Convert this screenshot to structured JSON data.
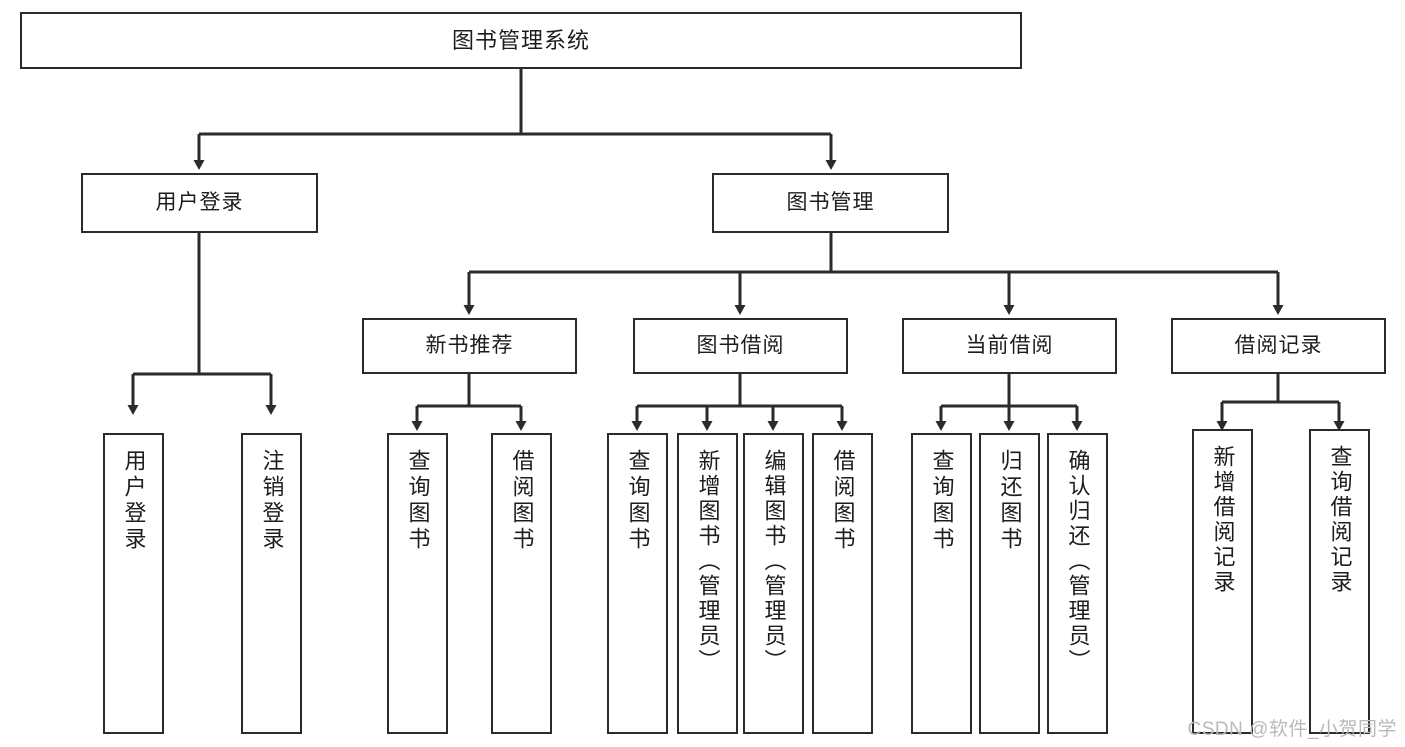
{
  "diagram": {
    "title": "图书管理系统",
    "type": "tree",
    "watermark": "CSDN @软件_小贺同学",
    "colors": {
      "stroke": "#2b2b2b",
      "fill": "#ffffff",
      "text": "#1d1d1d",
      "watermark": "#b9b9b9"
    },
    "nodes": {
      "root": {
        "label": "图书管理系统"
      },
      "level2": [
        {
          "id": "user-login",
          "label": "用户登录"
        },
        {
          "id": "book-manage",
          "label": "图书管理"
        }
      ],
      "level3": [
        {
          "id": "new-book-recommend",
          "label": "新书推荐"
        },
        {
          "id": "book-borrow",
          "label": "图书借阅"
        },
        {
          "id": "current-borrow",
          "label": "当前借阅"
        },
        {
          "id": "borrow-record",
          "label": "借阅记录"
        }
      ],
      "leaves": {
        "user_login": [
          {
            "id": "leaf-user-login",
            "label": "用户登录"
          },
          {
            "id": "leaf-logout",
            "label": "注销登录"
          }
        ],
        "new_book_recommend": [
          {
            "id": "leaf-query-book-1",
            "label": "查询图书"
          },
          {
            "id": "leaf-borrow-book-1",
            "label": "借阅图书"
          }
        ],
        "book_borrow": [
          {
            "id": "leaf-query-book-2",
            "label": "查询图书"
          },
          {
            "id": "leaf-add-book",
            "label": "新增图书（管理员）"
          },
          {
            "id": "leaf-edit-book",
            "label": "编辑图书（管理员）"
          },
          {
            "id": "leaf-borrow-book-2",
            "label": "借阅图书"
          }
        ],
        "current_borrow": [
          {
            "id": "leaf-query-book-3",
            "label": "查询图书"
          },
          {
            "id": "leaf-return-book",
            "label": "归还图书"
          },
          {
            "id": "leaf-confirm-return",
            "label": "确认归还（管理员）"
          }
        ],
        "borrow_record": [
          {
            "id": "leaf-add-record",
            "label": "新增借阅记录"
          },
          {
            "id": "leaf-query-record",
            "label": "查询借阅记录"
          }
        ]
      }
    }
  }
}
